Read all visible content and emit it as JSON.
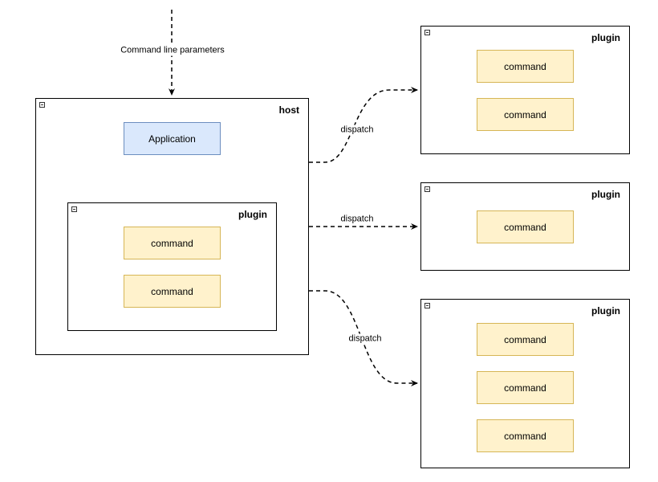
{
  "labels": {
    "command_line_parameters": "Command line parameters",
    "dispatch": "dispatch"
  },
  "host": {
    "title": "host",
    "application": "Application",
    "plugin": {
      "title": "plugin",
      "commands": [
        "command",
        "command"
      ]
    }
  },
  "plugins": [
    {
      "title": "plugin",
      "commands": [
        "command",
        "command"
      ]
    },
    {
      "title": "plugin",
      "commands": [
        "command"
      ]
    },
    {
      "title": "plugin",
      "commands": [
        "command",
        "command",
        "command"
      ]
    }
  ],
  "colors": {
    "command_fill": "#fff2cc",
    "command_border": "#d6b656",
    "application_fill": "#dae8fc",
    "application_border": "#6c8ebf",
    "line": "#000000"
  }
}
